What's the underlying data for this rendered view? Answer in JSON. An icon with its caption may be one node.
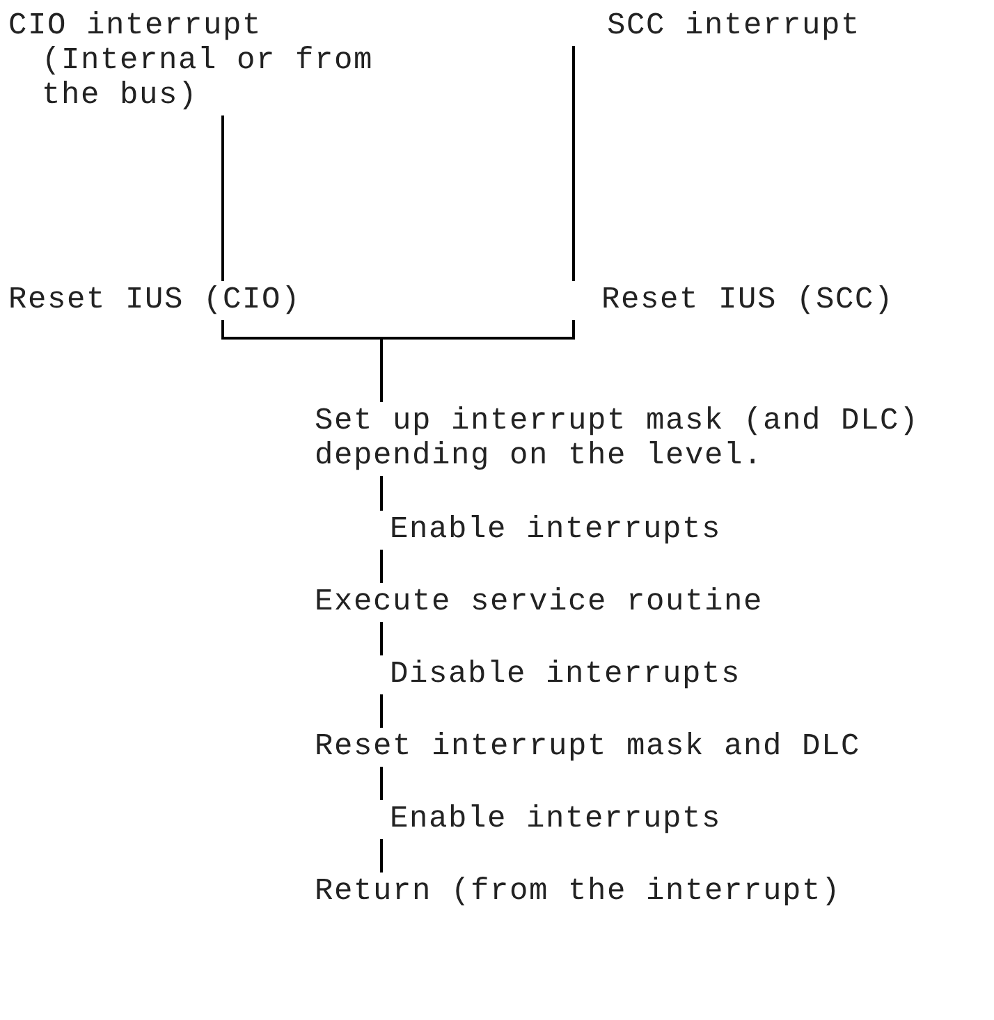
{
  "diagram": {
    "nodes": [
      {
        "text": [
          "CIO interrupt",
          "(Internal or from the bus)"
        ]
      },
      {
        "text": [
          "SCC interrupt"
        ]
      },
      {
        "text": [
          "Reset IUS (CIO)"
        ]
      },
      {
        "text": [
          "Reset IUS (SCC)"
        ]
      },
      {
        "text": [
          "Set up interrupt mask (and DLC) depending on the level."
        ]
      },
      {
        "text": [
          "Enable interrupts"
        ]
      },
      {
        "text": [
          "Execute service routine"
        ]
      },
      {
        "text": [
          "Disable interrupts"
        ]
      },
      {
        "text": [
          "Reset interrupt mask and DLC"
        ]
      },
      {
        "text": [
          "Enable interrupts"
        ]
      },
      {
        "text": [
          "Return (from the interrupt)"
        ]
      }
    ],
    "edges": [
      {
        "from": 0,
        "to": 2,
        "arrow": "none"
      },
      {
        "from": 1,
        "to": 3,
        "arrow": "none"
      },
      {
        "from": 2,
        "to": 4,
        "arrow": "none"
      },
      {
        "from": 3,
        "to": 4,
        "arrow": "none"
      },
      {
        "from": 4,
        "to": 5,
        "arrow": "none"
      },
      {
        "from": 5,
        "to": 6,
        "arrow": "none"
      },
      {
        "from": 6,
        "to": 7,
        "arrow": "none"
      },
      {
        "from": 7,
        "to": 8,
        "arrow": "none"
      },
      {
        "from": 8,
        "to": 9,
        "arrow": "none"
      },
      {
        "from": 9,
        "to": 10,
        "arrow": "none"
      }
    ]
  }
}
